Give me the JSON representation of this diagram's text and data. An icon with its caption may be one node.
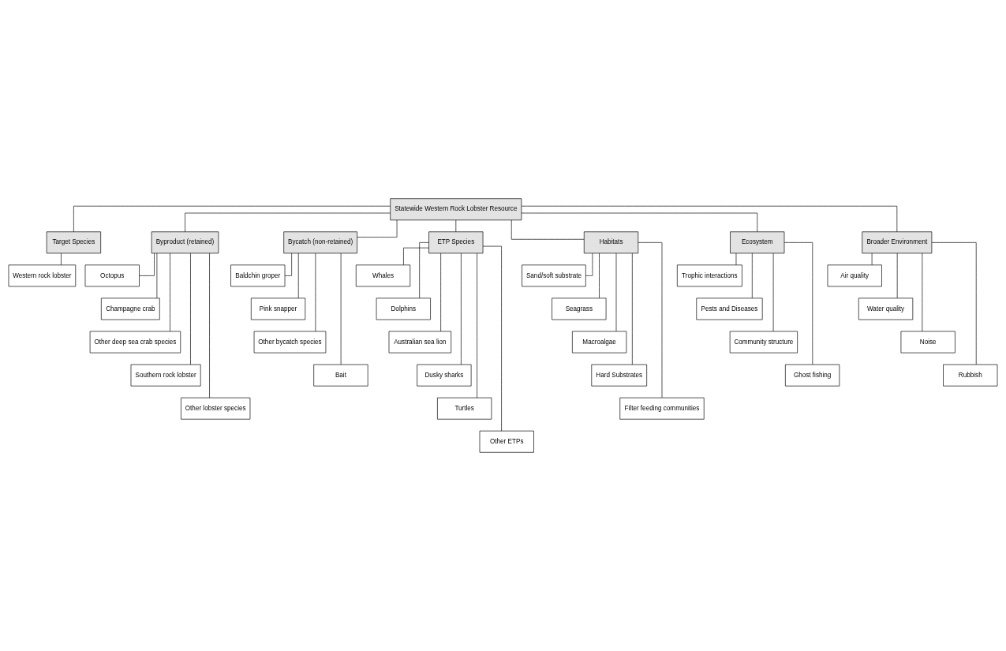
{
  "diagram": {
    "nodes": [
      {
        "text": [
          "Statewide Western Rock Lobster Resource"
        ]
      },
      {
        "text": [
          "Target Species"
        ]
      },
      {
        "text": [
          "Byproduct (retained)"
        ]
      },
      {
        "text": [
          "Bycatch (non-retained)"
        ]
      },
      {
        "text": [
          "ETP Species"
        ]
      },
      {
        "text": [
          "Habitats"
        ]
      },
      {
        "text": [
          "Ecosystem"
        ]
      },
      {
        "text": [
          "Broader Environment"
        ]
      },
      {
        "text": [
          "Western rock lobster"
        ]
      },
      {
        "text": [
          "Octopus"
        ]
      },
      {
        "text": [
          "Champagne crab"
        ]
      },
      {
        "text": [
          "Other deep sea crab species"
        ]
      },
      {
        "text": [
          "Southern rock lobster"
        ]
      },
      {
        "text": [
          "Other lobster species"
        ]
      },
      {
        "text": [
          "Baldchin groper"
        ]
      },
      {
        "text": [
          "Pink snapper"
        ]
      },
      {
        "text": [
          "Other bycatch species"
        ]
      },
      {
        "text": [
          "Bait"
        ]
      },
      {
        "text": [
          "Whales"
        ]
      },
      {
        "text": [
          "Dolphins"
        ]
      },
      {
        "text": [
          "Australian sea lion"
        ]
      },
      {
        "text": [
          "Dusky sharks"
        ]
      },
      {
        "text": [
          "Turtles"
        ]
      },
      {
        "text": [
          "Other ETPs"
        ]
      },
      {
        "text": [
          "Sand/soft substrate"
        ]
      },
      {
        "text": [
          "Seagrass"
        ]
      },
      {
        "text": [
          "Macroalgae"
        ]
      },
      {
        "text": [
          "Hard Substrates"
        ]
      },
      {
        "text": [
          "Filter feeding communities"
        ]
      },
      {
        "text": [
          "Trophic interactions"
        ]
      },
      {
        "text": [
          "Pests and Diseases"
        ]
      },
      {
        "text": [
          "Community structure"
        ]
      },
      {
        "text": [
          "Ghost fishing"
        ]
      },
      {
        "text": [
          "Air quality"
        ]
      },
      {
        "text": [
          "Water quality"
        ]
      },
      {
        "text": [
          "Noise"
        ]
      },
      {
        "text": [
          "Rubbish"
        ]
      }
    ],
    "edges": [
      {
        "from": 0,
        "to": 1,
        "arrow": "none"
      },
      {
        "from": 0,
        "to": 2,
        "arrow": "none"
      },
      {
        "from": 0,
        "to": 3,
        "arrow": "none"
      },
      {
        "from": 0,
        "to": 4,
        "arrow": "none"
      },
      {
        "from": 0,
        "to": 5,
        "arrow": "none"
      },
      {
        "from": 0,
        "to": 6,
        "arrow": "none"
      },
      {
        "from": 0,
        "to": 7,
        "arrow": "none"
      },
      {
        "from": 1,
        "to": 8,
        "arrow": "none"
      },
      {
        "from": 2,
        "to": 9,
        "arrow": "none"
      },
      {
        "from": 2,
        "to": 10,
        "arrow": "none"
      },
      {
        "from": 2,
        "to": 11,
        "arrow": "none"
      },
      {
        "from": 2,
        "to": 12,
        "arrow": "none"
      },
      {
        "from": 2,
        "to": 13,
        "arrow": "none"
      },
      {
        "from": 3,
        "to": 14,
        "arrow": "none"
      },
      {
        "from": 3,
        "to": 15,
        "arrow": "none"
      },
      {
        "from": 3,
        "to": 16,
        "arrow": "none"
      },
      {
        "from": 3,
        "to": 17,
        "arrow": "none"
      },
      {
        "from": 4,
        "to": 18,
        "arrow": "none"
      },
      {
        "from": 4,
        "to": 19,
        "arrow": "none"
      },
      {
        "from": 4,
        "to": 20,
        "arrow": "none"
      },
      {
        "from": 4,
        "to": 21,
        "arrow": "none"
      },
      {
        "from": 4,
        "to": 22,
        "arrow": "none"
      },
      {
        "from": 4,
        "to": 23,
        "arrow": "none"
      },
      {
        "from": 5,
        "to": 24,
        "arrow": "none"
      },
      {
        "from": 5,
        "to": 25,
        "arrow": "none"
      },
      {
        "from": 5,
        "to": 26,
        "arrow": "none"
      },
      {
        "from": 5,
        "to": 27,
        "arrow": "none"
      },
      {
        "from": 5,
        "to": 28,
        "arrow": "none"
      },
      {
        "from": 6,
        "to": 29,
        "arrow": "none"
      },
      {
        "from": 6,
        "to": 30,
        "arrow": "none"
      },
      {
        "from": 6,
        "to": 31,
        "arrow": "none"
      },
      {
        "from": 6,
        "to": 32,
        "arrow": "none"
      },
      {
        "from": 7,
        "to": 33,
        "arrow": "none"
      },
      {
        "from": 7,
        "to": 34,
        "arrow": "none"
      },
      {
        "from": 7,
        "to": 35,
        "arrow": "none"
      },
      {
        "from": 7,
        "to": 36,
        "arrow": "none"
      }
    ]
  }
}
